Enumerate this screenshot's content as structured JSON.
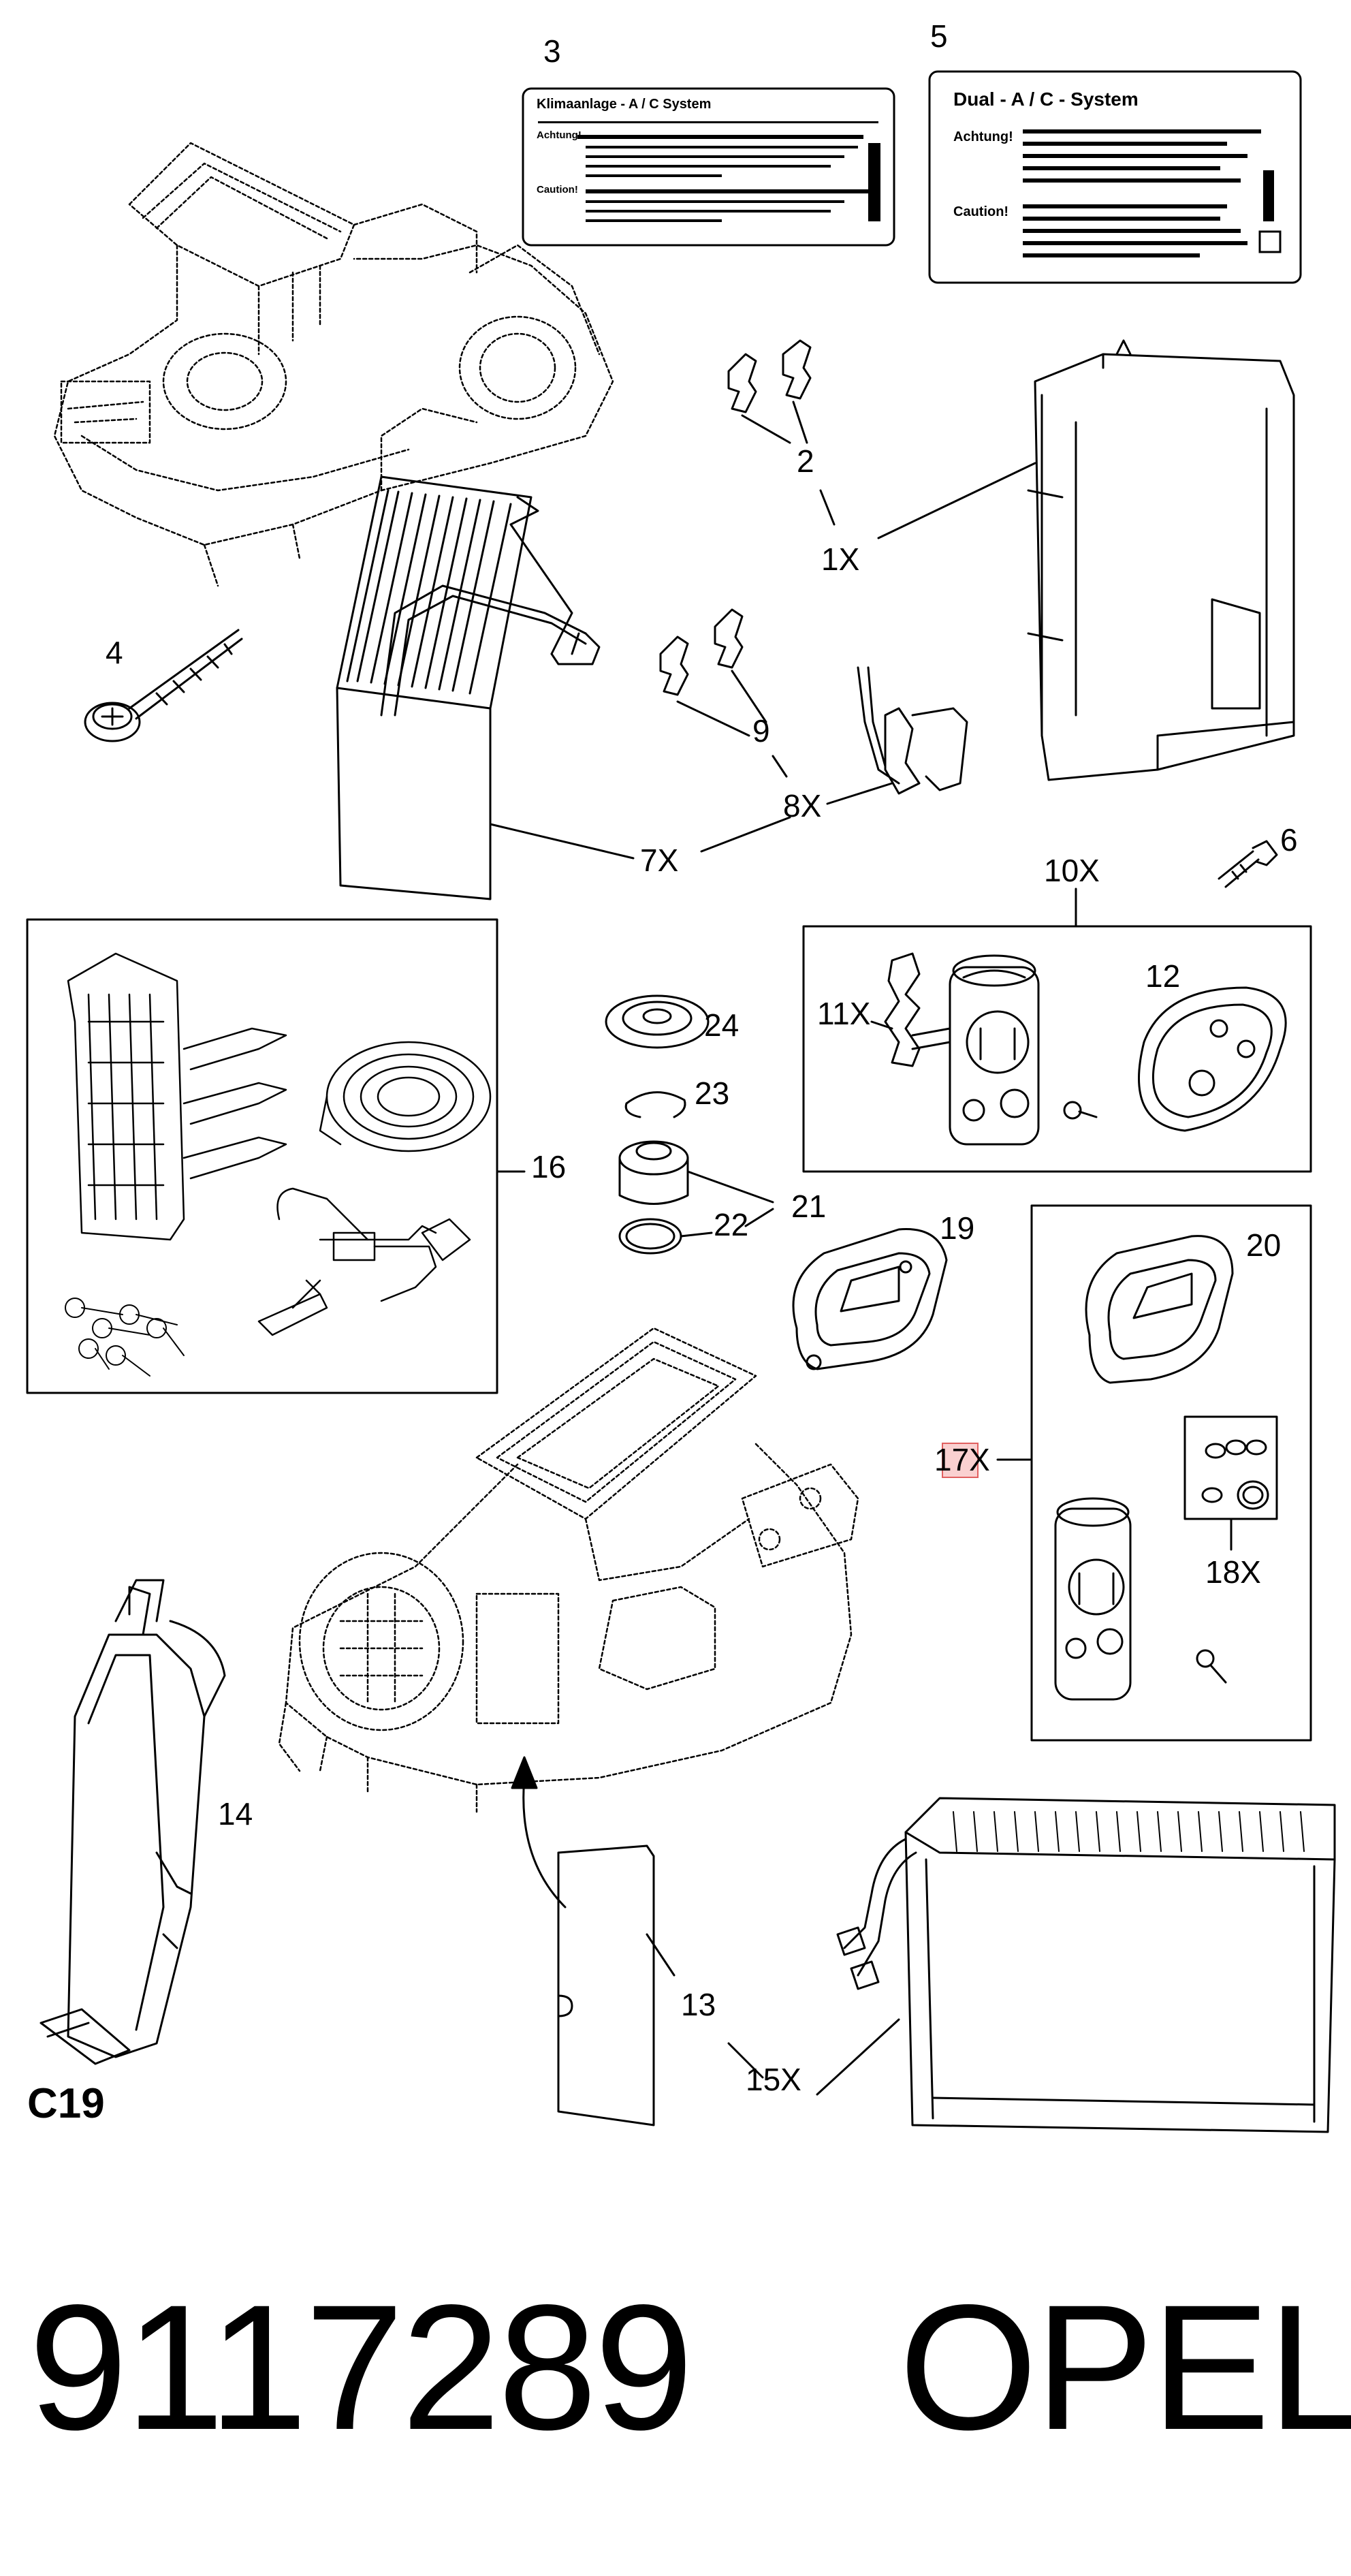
{
  "part_number": "9117289",
  "brand": "OPEL",
  "group_code": "C19",
  "callouts": {
    "c3": "3",
    "c5": "5",
    "c2": "2",
    "c1x": "1X",
    "c4": "4",
    "c9": "9",
    "c8x": "8X",
    "c7x": "7X",
    "c6": "6",
    "c10x": "10X",
    "c11x": "11X",
    "c12": "12",
    "c24": "24",
    "c23": "23",
    "c21": "21",
    "c22": "22",
    "c16": "16",
    "c19": "19",
    "c20": "20",
    "c17x": "17X",
    "c18x": "18X",
    "c14": "14",
    "c13": "13",
    "c15x": "15X"
  },
  "label_3": {
    "title": "Klimaanlage - A / C System",
    "section1": "Achtung!",
    "section2": "Caution!"
  },
  "label_5": {
    "title": "Dual - A / C - System",
    "section1": "Achtung!",
    "section2": "Caution!"
  },
  "colors": {
    "line": "#000000",
    "highlight": "#f08080"
  }
}
